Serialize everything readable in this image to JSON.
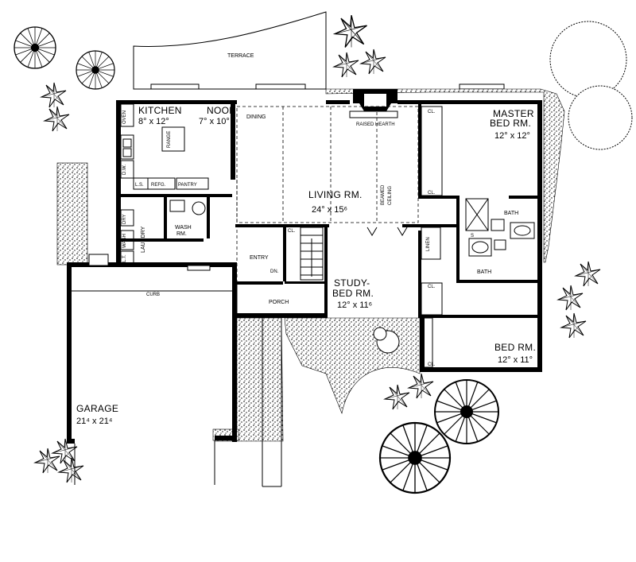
{
  "rooms": {
    "terrace": "TERRACE",
    "kitchen": "KITCHEN",
    "kitchen_dim": "8° x 12°",
    "nook": "NOOK",
    "nook_dim": "7° x 10°",
    "dining": "DINING",
    "raised_hearth": "RAISED HEARTH",
    "master_bed": "MASTER",
    "master_bed2": "BED RM.",
    "master_dim": "12° x 12°",
    "living": "LIVING RM.",
    "living_dim": "24° x 15⁶",
    "beamed": "BEAMED",
    "ceiling": "CEILING",
    "bath1": "BATH",
    "bath2": "BATH",
    "wash_rm": "WASH",
    "wash_rm2": "RM.",
    "laundry": "LAUNDRY",
    "entry": "ENTRY",
    "dn": "DN.",
    "study": "STUDY-",
    "study2": "BED RM.",
    "study_dim": "12° x 11⁶",
    "porch": "PORCH",
    "curb": "CURB",
    "bed_rm": "BED RM.",
    "bed_dim": "12° x 11°",
    "garage": "GARAGE",
    "garage_dim": "21⁴ x 21⁴"
  },
  "fixtures": {
    "oven": "OVEN",
    "range": "RANGE",
    "dw": "D.W.",
    "refg": "REFG.",
    "pantry": "PANTRY",
    "ls": "L.S.",
    "dry": "DRY",
    "wash": "WASH",
    "lt": "L.T.",
    "linen": "LINEN",
    "cl": "CL.",
    "s": "S"
  }
}
